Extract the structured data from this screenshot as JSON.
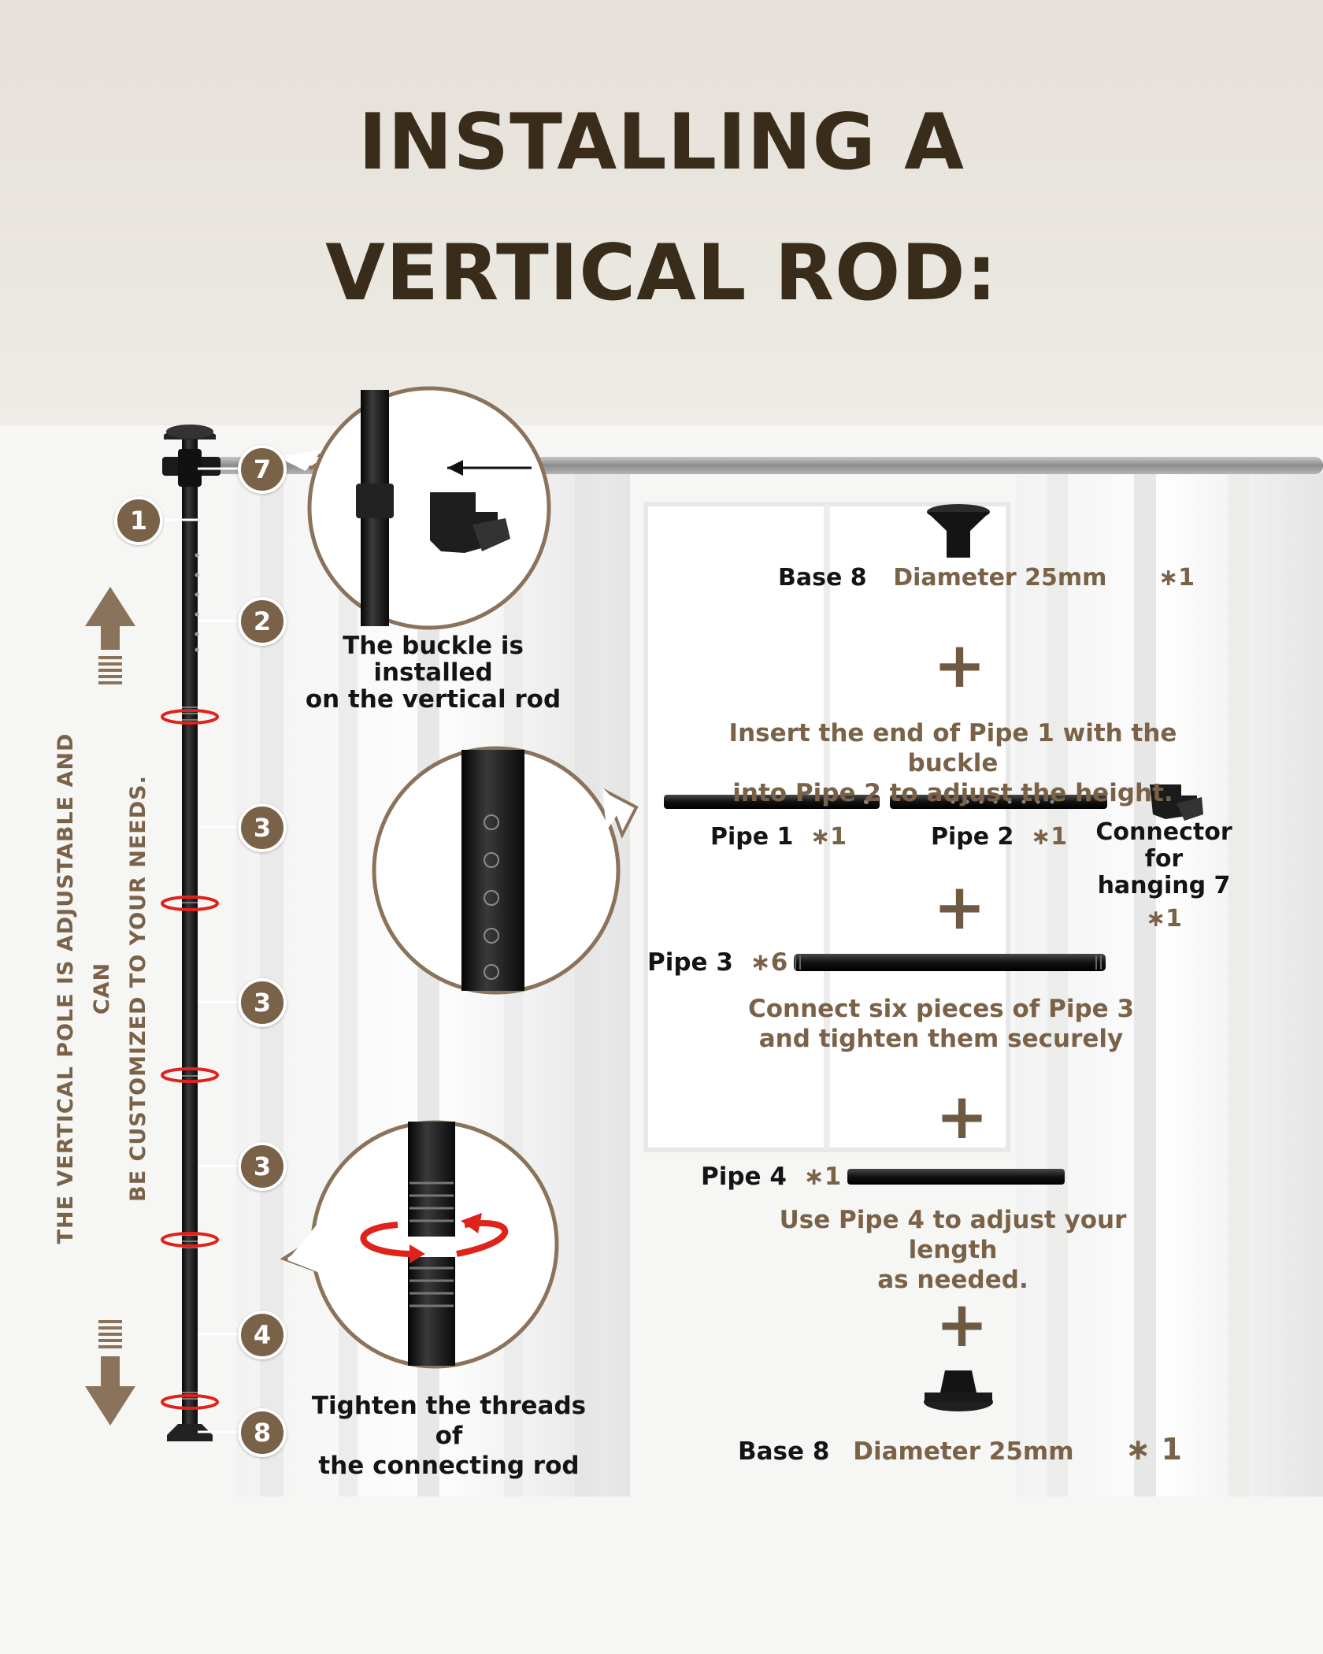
{
  "title": {
    "line1": "INSTALLING A",
    "line2": "VERTICAL ROD:"
  },
  "side_text": {
    "line1": "THE VERTICAL POLE IS ADJUSTABLE AND CAN",
    "line2": "BE CUSTOMIZED TO YOUR NEEDS."
  },
  "callouts": {
    "buckle": {
      "line1": "The buckle is installed",
      "line2": "on the vertical rod"
    },
    "threads": {
      "line1": "Tighten the threads of",
      "line2": "the connecting rod"
    }
  },
  "badges": [
    "1",
    "2",
    "3",
    "3",
    "3",
    "4",
    "7",
    "8"
  ],
  "parts": {
    "base_top": {
      "name": "Base 8",
      "spec": "Diameter 25mm",
      "qty": "∗1"
    },
    "step1": {
      "line1": "Insert the end of Pipe 1 with the buckle",
      "line2": "into Pipe 2 to adjust the height."
    },
    "pipe1": {
      "name": "Pipe 1",
      "qty": "∗1"
    },
    "pipe2": {
      "name": "Pipe 2",
      "qty": "∗1"
    },
    "connector": {
      "line1": "Connector for",
      "line2": "hanging 7",
      "qty": "∗1"
    },
    "pipe3": {
      "name": "Pipe 3",
      "qty": "∗6"
    },
    "step2": {
      "line1": "Connect six pieces of Pipe 3",
      "line2": "and tighten them securely"
    },
    "pipe4": {
      "name": "Pipe 4",
      "qty": "∗1"
    },
    "step3": {
      "line1": "Use Pipe 4 to adjust your length",
      "line2": "as needed."
    },
    "base_bottom": {
      "name": "Base 8",
      "spec": "Diameter 25mm",
      "qty": "∗ 1"
    }
  },
  "plus_sign": "+",
  "colors": {
    "title": "#3a2c1a",
    "accent": "#7a6248",
    "rod": "#1a1a1a",
    "arrow_red": "#e0221c"
  }
}
